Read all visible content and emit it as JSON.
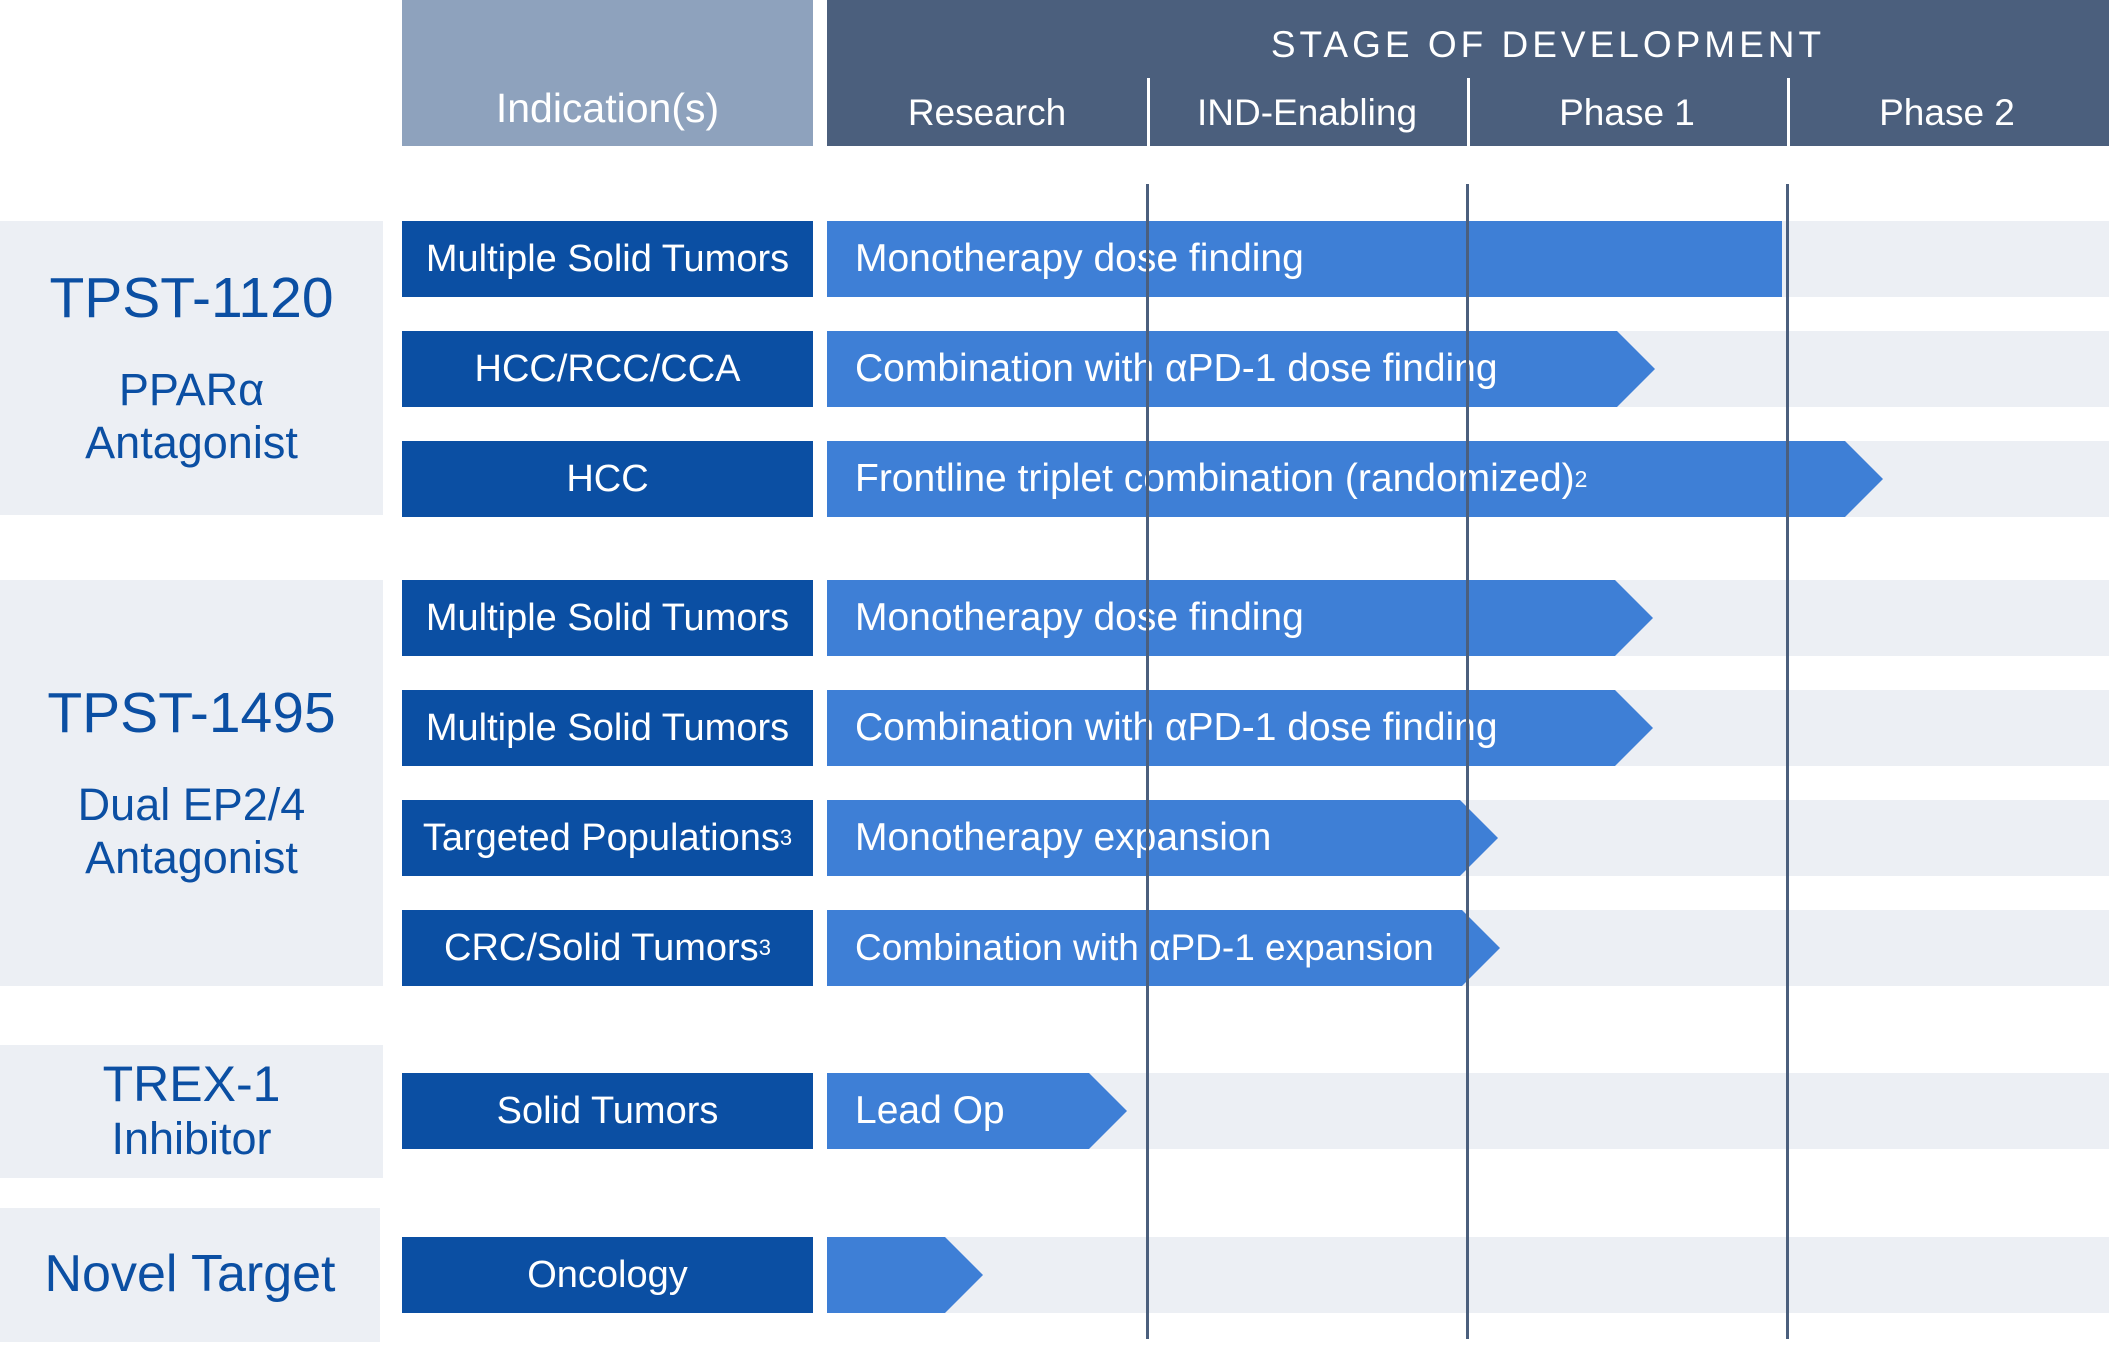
{
  "header": {
    "indications_label": "Indication(s)",
    "stage_title": "STAGE OF DEVELOPMENT",
    "phases": [
      "Research",
      "IND-Enabling",
      "Phase 1",
      "Phase 2"
    ]
  },
  "colors": {
    "indication_header_bg": "#8ea2bd",
    "stage_header_bg": "#4b5f7d",
    "indication_box": "#0b4fa3",
    "progress_bar": "#3e7fd6",
    "lane_bg": "#eceff4",
    "asset_text": "#0b4fa3"
  },
  "assets": [
    {
      "name": "TPST-1120",
      "subtitle": "PPARα Antagonist",
      "programs": [
        {
          "indication": "Multiple Solid Tumors",
          "indication_sup": "",
          "label": "Monotherapy dose finding",
          "label_sup": "",
          "progress": 3.0,
          "flat_end": true
        },
        {
          "indication": "HCC/RCC/CCA",
          "indication_sup": "",
          "label": "Combination with αPD-1 dose finding",
          "label_sup": "",
          "progress": 2.5,
          "flat_end": false
        },
        {
          "indication": "HCC",
          "indication_sup": "",
          "label": "Frontline triplet combination (randomized)",
          "label_sup": "2",
          "progress": 3.2,
          "flat_end": false
        }
      ]
    },
    {
      "name": "TPST-1495",
      "subtitle": "Dual EP2/4 Antagonist",
      "programs": [
        {
          "indication": "Multiple Solid Tumors",
          "indication_sup": "",
          "label": "Monotherapy dose finding",
          "label_sup": "",
          "progress": 2.5,
          "flat_end": false
        },
        {
          "indication": "Multiple Solid Tumors",
          "indication_sup": "",
          "label": "Combination with αPD-1 dose finding",
          "label_sup": "",
          "progress": 2.5,
          "flat_end": false
        },
        {
          "indication": "Targeted Populations",
          "indication_sup": "3",
          "label": "Monotherapy expansion",
          "label_sup": "",
          "progress": 2.0,
          "flat_end": false
        },
        {
          "indication": "CRC/Solid Tumors",
          "indication_sup": "3",
          "label": "Combination with αPD-1 expansion",
          "label_sup": "",
          "progress": 2.0,
          "flat_end": false
        }
      ]
    },
    {
      "name": "TREX-1",
      "subtitle": "Inhibitor",
      "programs": [
        {
          "indication": "Solid Tumors",
          "indication_sup": "",
          "label": "Lead Op",
          "label_sup": "",
          "progress": 0.95,
          "flat_end": false
        }
      ]
    },
    {
      "name": "Novel Target",
      "subtitle": "",
      "programs": [
        {
          "indication": "Oncology",
          "indication_sup": "",
          "label": "",
          "label_sup": "",
          "progress": 0.5,
          "flat_end": false
        }
      ]
    }
  ]
}
